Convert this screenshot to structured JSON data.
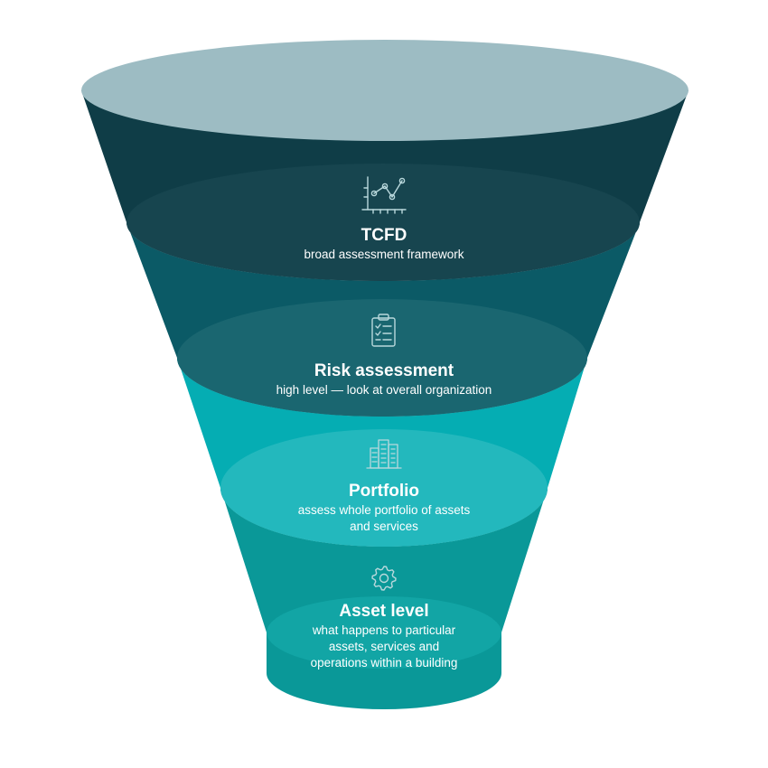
{
  "colors": {
    "rim": "#9dbcc3",
    "tcfd": "#0f3d47",
    "tcfd_inner": "#17454f",
    "risk": "#0b5a66",
    "risk_inner": "#1a6670",
    "portfolio": "#05adb3",
    "portfolio_inner": "#23b8bd",
    "asset": "#0a9898",
    "asset_inner": "#12a5a5",
    "icon_stroke": "#b9d8dc",
    "text": "#ffffff"
  },
  "stages": [
    {
      "title": "TCFD",
      "description": "broad assessment framework",
      "icon": "line-chart-icon"
    },
    {
      "title": "Risk assessment",
      "description": "high level — look at overall organization",
      "icon": "clipboard-checklist-icon"
    },
    {
      "title": "Portfolio",
      "description": "assess whole portfolio of assets and services",
      "icon": "buildings-icon"
    },
    {
      "title": "Asset level",
      "description": "what happens to particular assets, services and operations within a building",
      "icon": "gear-icon"
    }
  ]
}
